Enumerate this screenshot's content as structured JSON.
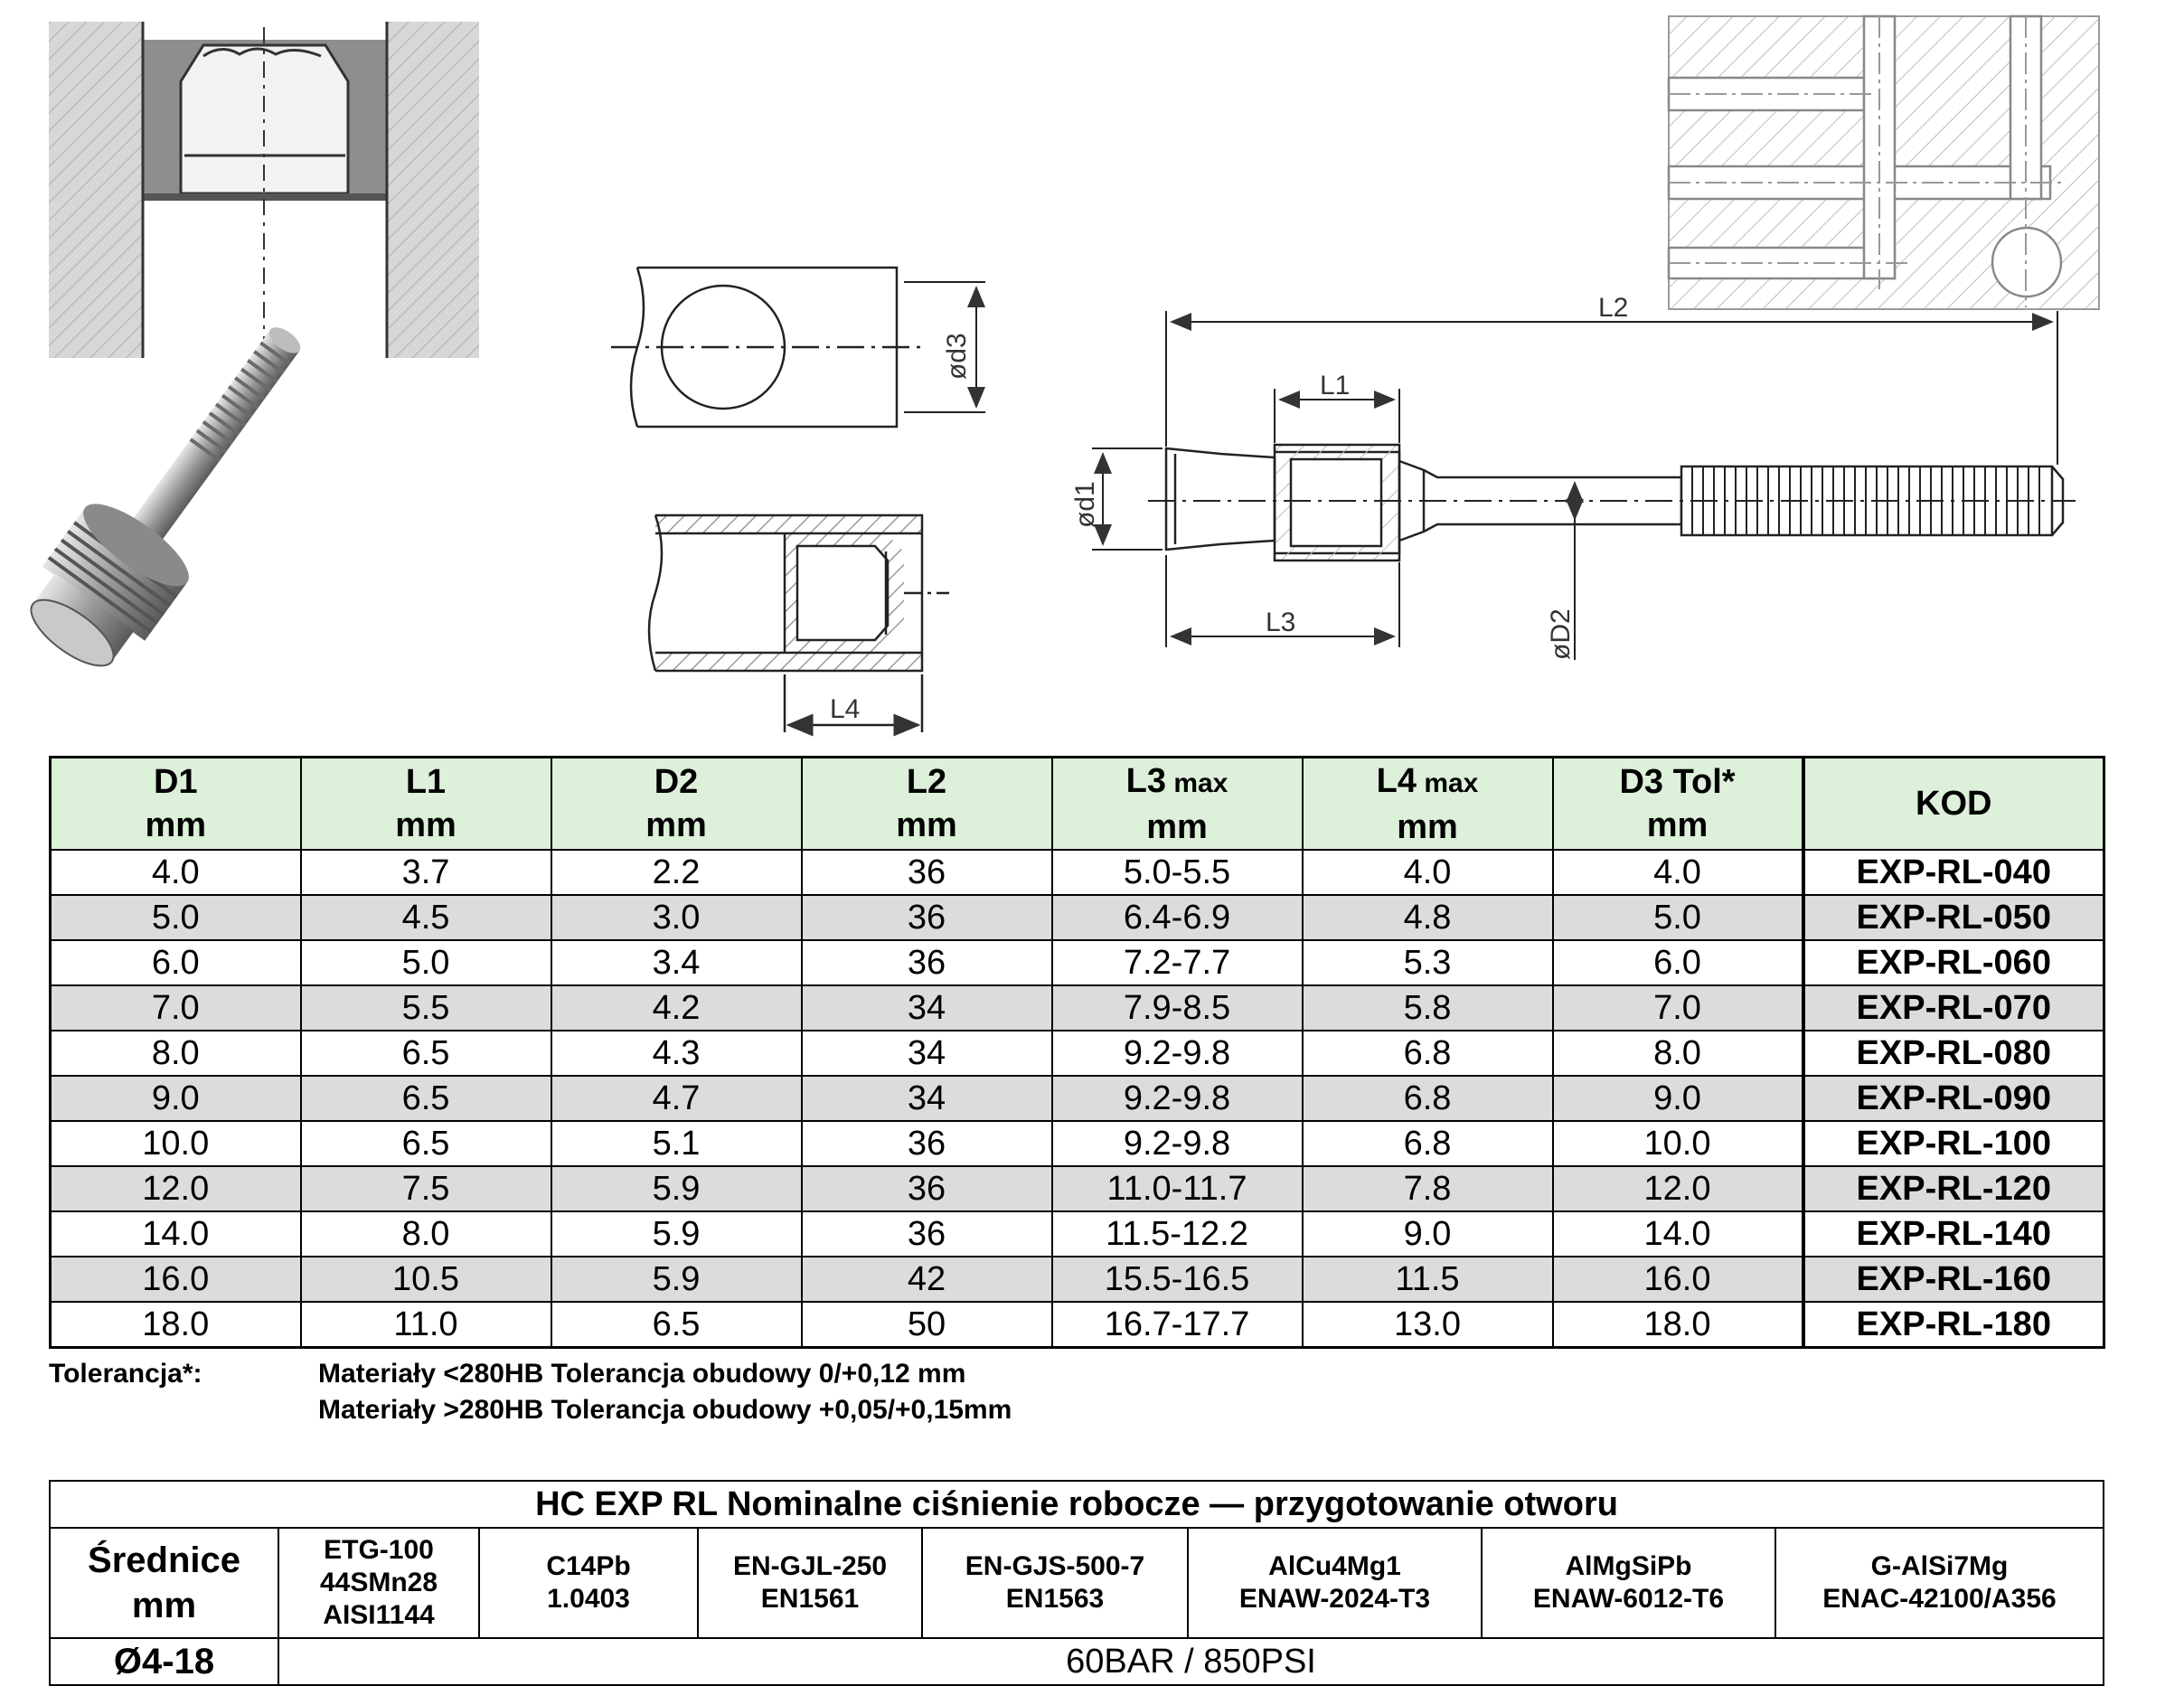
{
  "drawing": {
    "labels": {
      "l1": "L1",
      "l2": "L2",
      "l3": "L3",
      "l4": "L4",
      "d1": "ød1",
      "d2": "øD2",
      "d3": "ød3"
    }
  },
  "table": {
    "headers": [
      {
        "top": "D1",
        "sub": "",
        "unit": "mm"
      },
      {
        "top": "L1",
        "sub": "",
        "unit": "mm"
      },
      {
        "top": "D2",
        "sub": "",
        "unit": "mm"
      },
      {
        "top": "L2",
        "sub": "",
        "unit": "mm"
      },
      {
        "top": "L3",
        "sub": " max",
        "unit": "mm"
      },
      {
        "top": "L4",
        "sub": " max",
        "unit": "mm"
      },
      {
        "top": "D3 Tol*",
        "sub": "",
        "unit": "mm"
      },
      {
        "top": "KOD",
        "sub": "",
        "unit": ""
      }
    ],
    "rows": [
      [
        "4.0",
        "3.7",
        "2.2",
        "36",
        "5.0-5.5",
        "4.0",
        "4.0",
        "EXP-RL-040"
      ],
      [
        "5.0",
        "4.5",
        "3.0",
        "36",
        "6.4-6.9",
        "4.8",
        "5.0",
        "EXP-RL-050"
      ],
      [
        "6.0",
        "5.0",
        "3.4",
        "36",
        "7.2-7.7",
        "5.3",
        "6.0",
        "EXP-RL-060"
      ],
      [
        "7.0",
        "5.5",
        "4.2",
        "34",
        "7.9-8.5",
        "5.8",
        "7.0",
        "EXP-RL-070"
      ],
      [
        "8.0",
        "6.5",
        "4.3",
        "34",
        "9.2-9.8",
        "6.8",
        "8.0",
        "EXP-RL-080"
      ],
      [
        "9.0",
        "6.5",
        "4.7",
        "34",
        "9.2-9.8",
        "6.8",
        "9.0",
        "EXP-RL-090"
      ],
      [
        "10.0",
        "6.5",
        "5.1",
        "36",
        "9.2-9.8",
        "6.8",
        "10.0",
        "EXP-RL-100"
      ],
      [
        "12.0",
        "7.5",
        "5.9",
        "36",
        "11.0-11.7",
        "7.8",
        "12.0",
        "EXP-RL-120"
      ],
      [
        "14.0",
        "8.0",
        "5.9",
        "36",
        "11.5-12.2",
        "9.0",
        "14.0",
        "EXP-RL-140"
      ],
      [
        "16.0",
        "10.5",
        "5.9",
        "42",
        "15.5-16.5",
        "11.5",
        "16.0",
        "EXP-RL-160"
      ],
      [
        "18.0",
        "11.0",
        "6.5",
        "50",
        "16.7-17.7",
        "13.0",
        "18.0",
        "EXP-RL-180"
      ]
    ]
  },
  "tolerance": {
    "label": "Tolerancja*:",
    "lines": [
      "Materiały <280HB Tolerancja obudowy 0/+0,12 mm",
      "Materiały >280HB Tolerancja obudowy +0,05/+0,15mm"
    ]
  },
  "pressure": {
    "title": "HC EXP RL Nominalne ciśnienie robocze — przygotowanie otworu",
    "first_header": [
      "Średnice",
      "mm"
    ],
    "materials": [
      [
        "ETG-100",
        "44SMn28",
        "AISI1144"
      ],
      [
        "C14Pb",
        "1.0403"
      ],
      [
        "EN-GJL-250",
        "EN1561"
      ],
      [
        "EN-GJS-500-7",
        "EN1563"
      ],
      [
        "AlCu4Mg1",
        "ENAW-2024-T3"
      ],
      [
        "AlMgSiPb",
        "ENAW-6012-T6"
      ],
      [
        "G-AlSi7Mg",
        "ENAC-42100/A356"
      ]
    ],
    "diameter": "Ø4-18",
    "value": "60BAR / 850PSI"
  }
}
